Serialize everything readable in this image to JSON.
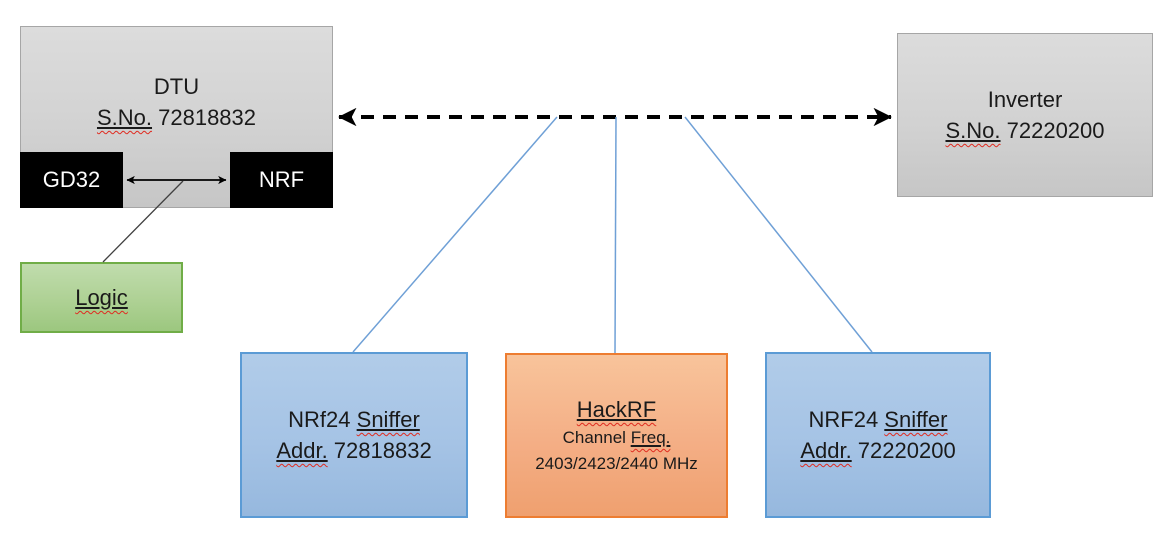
{
  "diagram": {
    "dtu": {
      "title": "DTU",
      "serial_label": "S.No.",
      "serial_value": " 72818832"
    },
    "gd32": {
      "label": "GD32"
    },
    "nrf": {
      "label": "NRF"
    },
    "logic": {
      "label": "Logic"
    },
    "inverter": {
      "title": "Inverter",
      "serial_label": "S.No.",
      "serial_value": " 72220200"
    },
    "sniffer_left": {
      "name_plain": "NRf24 ",
      "name_marked": "Sniffer",
      "addr_label": "Addr.",
      "addr_value": " 72818832"
    },
    "hackrf": {
      "title": "HackRF",
      "channel_plain": "Channel ",
      "channel_marked": "Freq.",
      "frequencies": "2403/2423/2440 MHz"
    },
    "sniffer_right": {
      "name_plain": "NRF24 ",
      "name_marked": "Sniffer",
      "addr_label": "Addr.",
      "addr_value": " 72220200"
    }
  },
  "colors": {
    "gray_box_fill": "#d2d2d2",
    "gray_box_border": "#a6a6a6",
    "chip_box_fill": "#000000",
    "chip_text": "#ffffff",
    "green_box_fill": "#aed194",
    "green_box_border": "#70ad47",
    "blue_box_fill": "#a5c3e5",
    "blue_box_border": "#5b9bd5",
    "orange_box_fill": "#f4ae85",
    "orange_box_border": "#ed7d31",
    "connector_blue": "#6fa0d6",
    "arrow_black": "#000000",
    "spellcheck_red": "#e02b20"
  }
}
